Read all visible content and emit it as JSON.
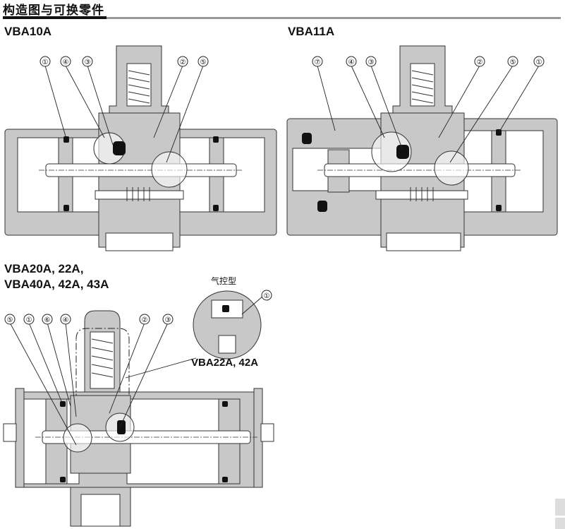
{
  "section_title": "构造图与可换零件",
  "diagrams": [
    {
      "id": "vba10a",
      "model_label": "VBA10A",
      "callouts": [
        "①",
        "④",
        "③",
        "②",
        "⑤"
      ]
    },
    {
      "id": "vba11a",
      "model_label": "VBA11A",
      "callouts": [
        "⑦",
        "④",
        "③",
        "②",
        "⑤",
        "①"
      ]
    },
    {
      "id": "vba20a",
      "model_label_line1": "VBA20A, 22A,",
      "model_label_line2": "VBA40A, 42A, 43A",
      "callouts": [
        "⑤",
        "①",
        "⑥",
        "④",
        "②",
        "③"
      ],
      "detail": {
        "type_label": "气控型",
        "callout": "①",
        "model_label": "VBA22A, 42A"
      }
    }
  ],
  "colors": {
    "body_fill": "#c8c8c8",
    "seal": "#111111",
    "rule_black": "#111111",
    "rule_gray": "#9a9a9a"
  }
}
